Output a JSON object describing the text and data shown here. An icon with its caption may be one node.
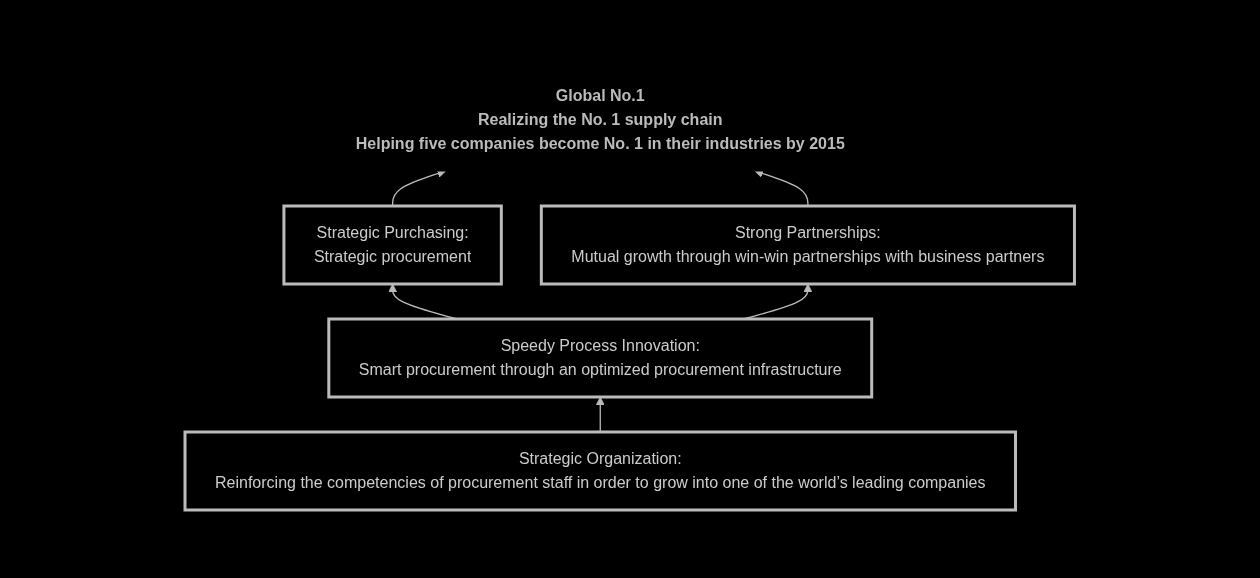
{
  "diagram": {
    "nodes": [
      {
        "text": [
          "Global No.1",
          "Realizing the No. 1 supply chain",
          "Helping five companies become No. 1 in their industries by 2015"
        ]
      },
      {
        "text": [
          "Strategic Purchasing:",
          "Strategic procurement"
        ]
      },
      {
        "text": [
          "Strong Partnerships:",
          "Mutual growth through win-win partnerships with business partners"
        ]
      },
      {
        "text": [
          "Speedy Process Innovation:",
          "Smart procurement through an optimized procurement infrastructure"
        ]
      },
      {
        "text": [
          "Strategic Organization:",
          "Reinforcing the competencies of procurement staff in order to grow into one of the world’s leading companies"
        ]
      }
    ],
    "edges": [
      {
        "from": 1,
        "to": 0,
        "arrow": "to"
      },
      {
        "from": 2,
        "to": 0,
        "arrow": "to"
      },
      {
        "from": 3,
        "to": 1,
        "arrow": "to"
      },
      {
        "from": 3,
        "to": 2,
        "arrow": "to"
      },
      {
        "from": 4,
        "to": 3,
        "arrow": "to"
      }
    ]
  }
}
